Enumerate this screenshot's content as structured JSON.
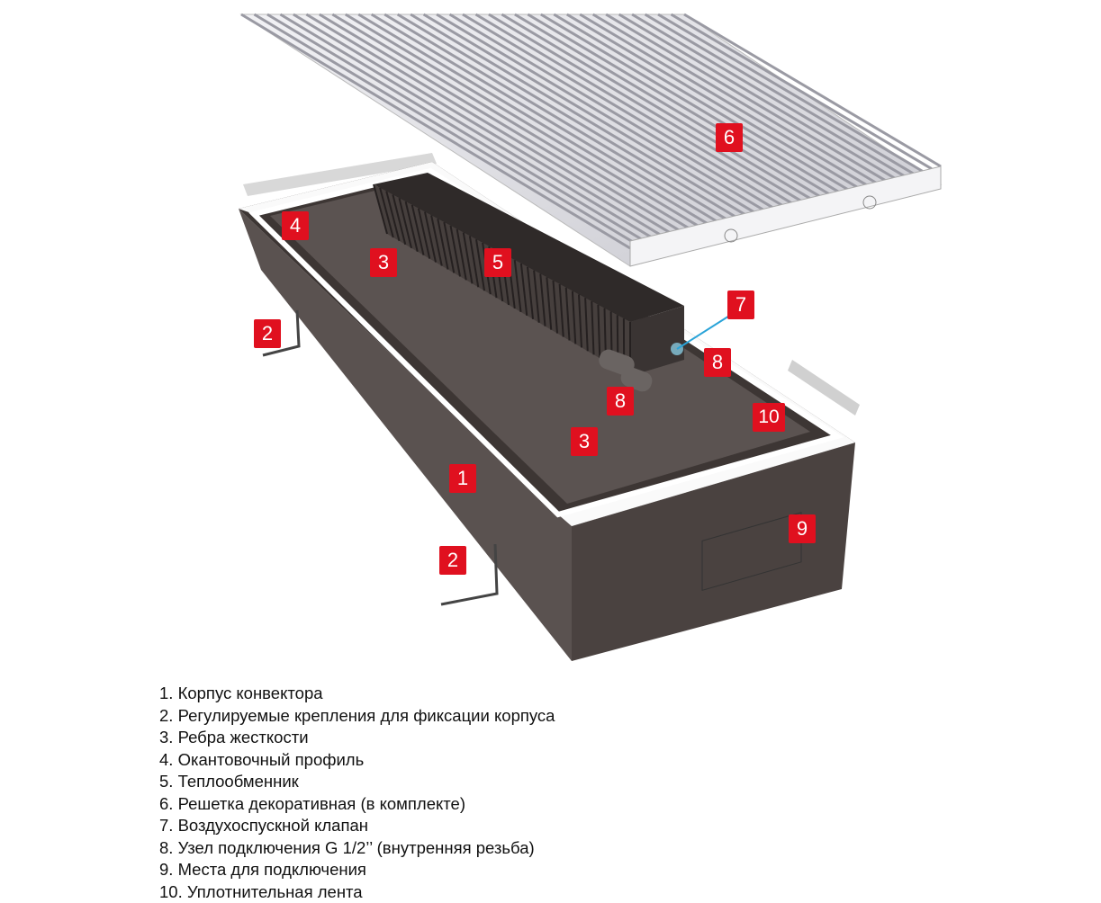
{
  "callouts": {
    "c6": "6",
    "c4": "4",
    "c3a": "3",
    "c5": "5",
    "c7": "7",
    "c2a": "2",
    "c8a": "8",
    "c8b": "8",
    "c10": "10",
    "c3b": "3",
    "c1": "1",
    "c9": "9",
    "c2b": "2"
  },
  "colors": {
    "badge": "#e0101f",
    "body": "#4a4240",
    "grille": "#e4e4e8"
  },
  "legend": [
    "1. Корпус конвектора",
    "2. Регулируемые крепления для фиксации корпуса",
    "3. Ребра жесткости",
    "4. Окантовочный профиль",
    "5. Теплообменник",
    "6. Решетка декоративная (в комплекте)",
    "7. Воздухоспускной клапан",
    "8. Узел подключения G 1/2’’ (внутренняя резьба)",
    "9. Места для подключения",
    "10. Уплотнительная лента"
  ]
}
